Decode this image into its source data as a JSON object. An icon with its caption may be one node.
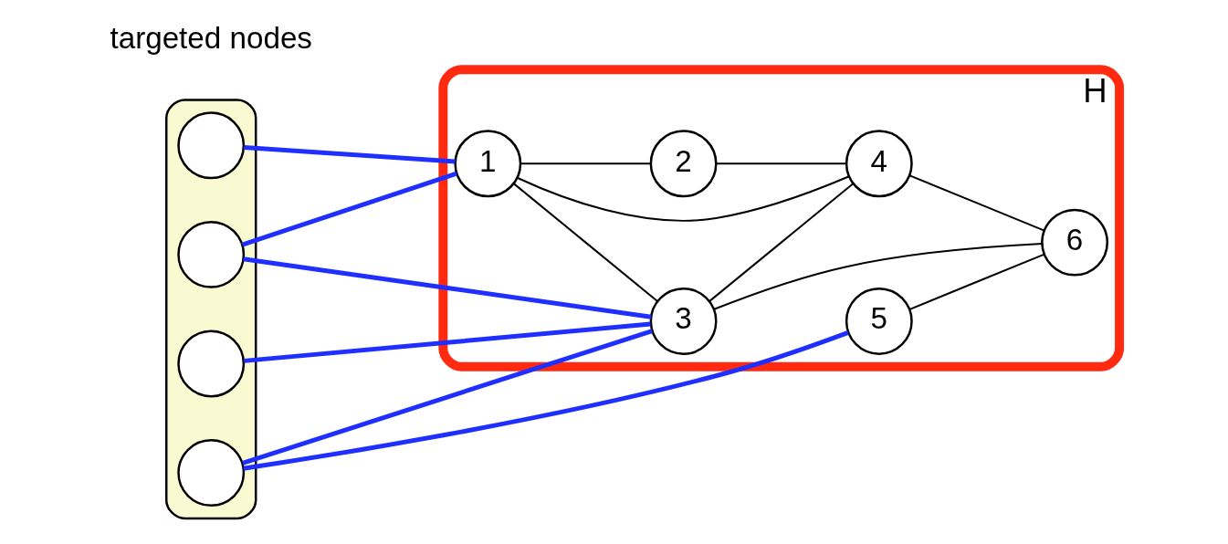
{
  "diagram": {
    "nodes": [
      {
        "text": [],
        "shape": "cloud"
      },
      {
        "text": [],
        "shape": "circle",
        "in": 0
      },
      {
        "text": [],
        "shape": "circle",
        "in": 0
      },
      {
        "text": [],
        "shape": "circle",
        "in": 0
      },
      {
        "text": [],
        "shape": "circle",
        "in": 0
      },
      {
        "text": [
          "H"
        ]
      },
      {
        "text": [
          "1"
        ],
        "in": 5
      },
      {
        "text": [
          "2"
        ],
        "in": 5
      },
      {
        "text": [
          "3"
        ],
        "in": 5
      },
      {
        "text": [
          "4"
        ],
        "in": 5
      },
      {
        "text": [
          "5"
        ],
        "in": 5
      },
      {
        "text": [
          "6"
        ],
        "in": 5
      }
    ],
    "edges": [
      {
        "from": 1,
        "to": 6,
        "arrow": "none",
        "style": "thick",
        "color": "#1f2fff"
      },
      {
        "from": 2,
        "to": 6,
        "arrow": "none",
        "style": "thick",
        "color": "#1f2fff"
      },
      {
        "from": 2,
        "to": 8,
        "arrow": "none",
        "style": "thick",
        "color": "#1f2fff"
      },
      {
        "from": 3,
        "to": 8,
        "arrow": "none",
        "style": "thick",
        "color": "#1f2fff"
      },
      {
        "from": 4,
        "to": 8,
        "arrow": "none",
        "style": "thick",
        "color": "#1f2fff"
      },
      {
        "from": 4,
        "to": 10,
        "arrow": "none",
        "style": "thick",
        "color": "#1f2fff"
      },
      {
        "from": 6,
        "to": 7,
        "arrow": "none"
      },
      {
        "from": 6,
        "to": 8,
        "arrow": "none"
      },
      {
        "from": 6,
        "to": 9,
        "arrow": "none"
      },
      {
        "from": 7,
        "to": 9,
        "arrow": "none"
      },
      {
        "from": 8,
        "to": 9,
        "arrow": "none"
      },
      {
        "from": 8,
        "to": 11,
        "arrow": "none"
      },
      {
        "from": 9,
        "to": 11,
        "arrow": "none"
      },
      {
        "from": 10,
        "to": 11,
        "arrow": "none"
      }
    ],
    "labels": [
      "targeted nodes"
    ]
  }
}
